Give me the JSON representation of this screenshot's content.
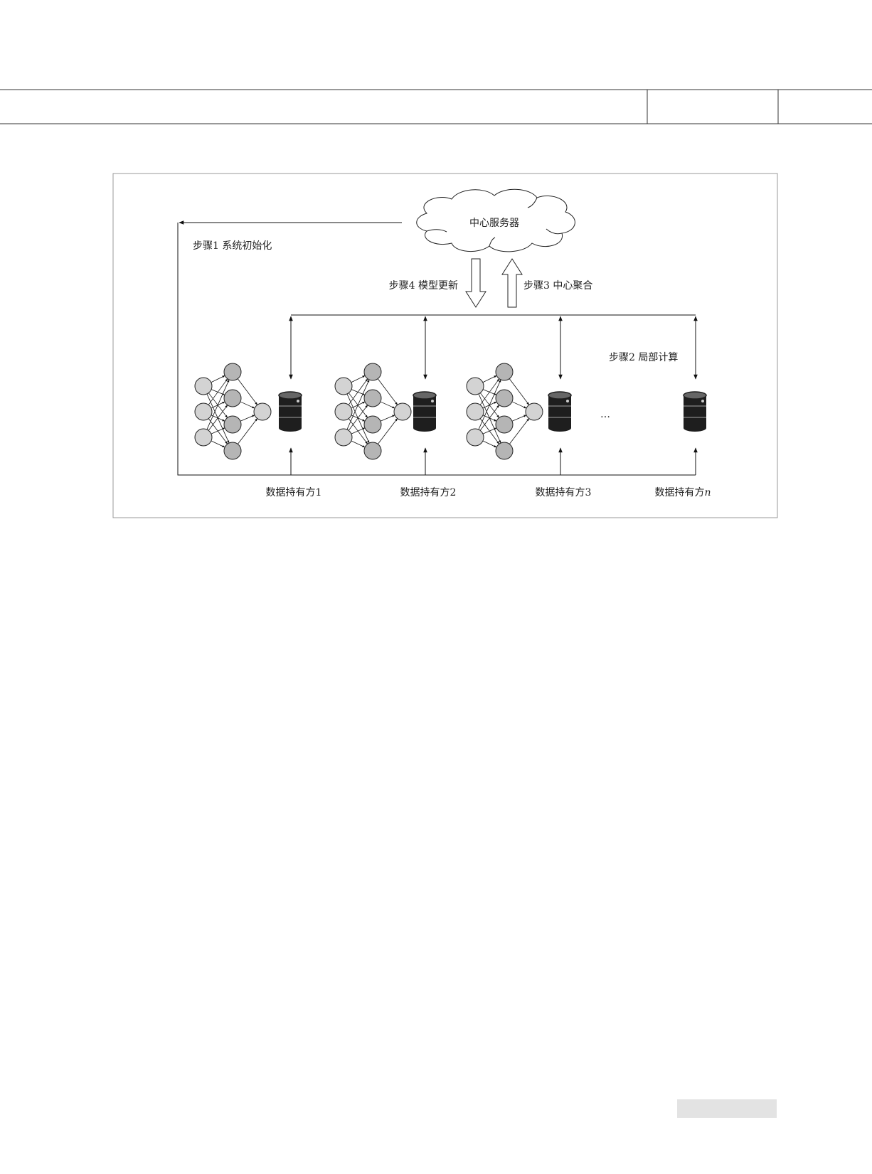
{
  "figure": {
    "server_label": "中心服务器",
    "step1": "步骤1  系统初始化",
    "step2": "步骤2  局部计算",
    "step3": "步骤3  中心聚合",
    "step4": "步骤4  模型更新",
    "ellipsis": "…",
    "parties": [
      {
        "label": "数据持有方",
        "suffix": "1"
      },
      {
        "label": "数据持有方",
        "suffix": "2"
      },
      {
        "label": "数据持有方",
        "suffix": "3"
      },
      {
        "label": "数据持有方",
        "suffix": "n"
      }
    ]
  },
  "colors": {
    "input_node": "#d3d3d3",
    "hidden_node": "#b5b5b5",
    "database": "#1e1e1e",
    "frame": "#999999",
    "page_tag": "#e3e3e3"
  }
}
